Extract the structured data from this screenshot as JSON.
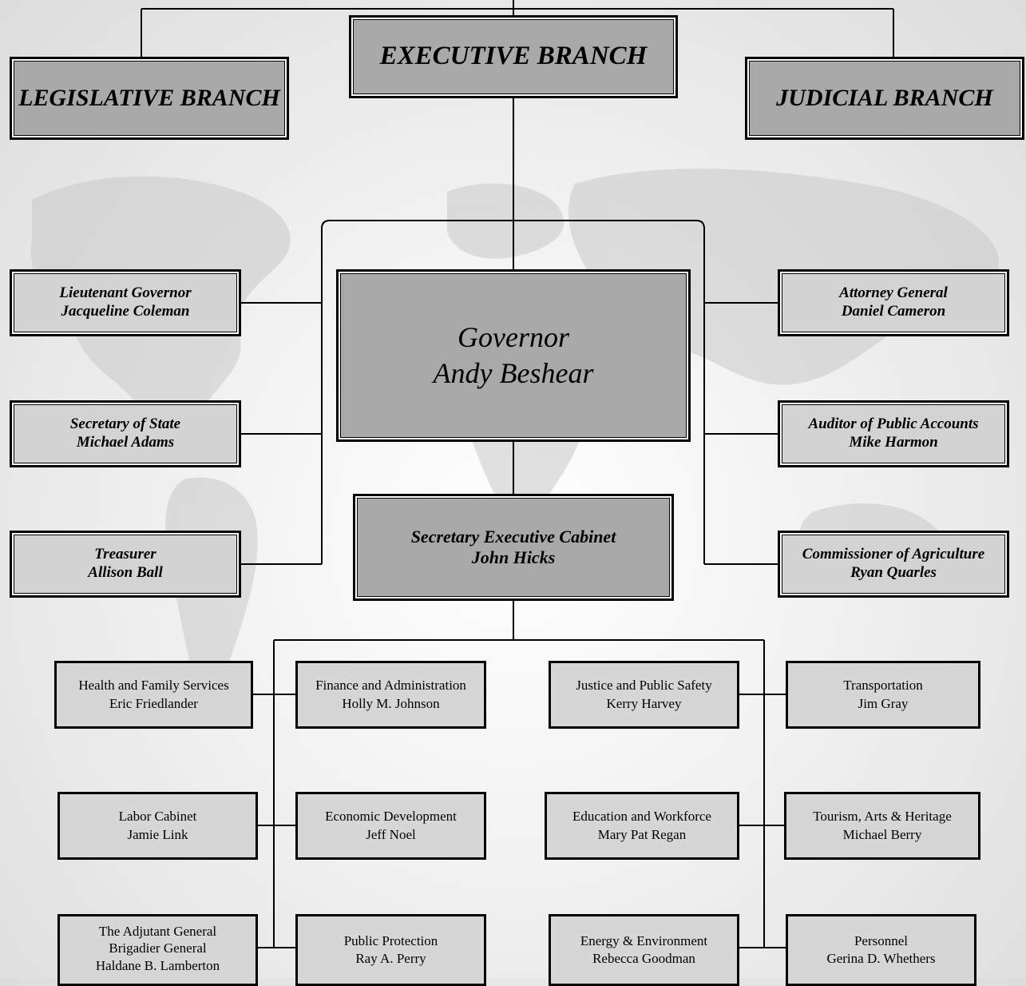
{
  "branches": {
    "legislative": "LEGISLATIVE BRANCH",
    "executive": "EXECUTIVE BRANCH",
    "judicial": "JUDICIAL BRANCH"
  },
  "governor": {
    "title": "Governor",
    "name": "Andy Beshear"
  },
  "secretary_cabinet": {
    "title": "Secretary Executive Cabinet",
    "name": "John Hicks"
  },
  "constitutional_officers": {
    "lt_governor": {
      "title": "Lieutenant Governor",
      "name": "Jacqueline Coleman"
    },
    "secretary_of_state": {
      "title": "Secretary of State",
      "name": "Michael Adams"
    },
    "treasurer": {
      "title": "Treasurer",
      "name": "Allison Ball"
    },
    "attorney_general": {
      "title": "Attorney General",
      "name": "Daniel Cameron"
    },
    "auditor": {
      "title": "Auditor of Public Accounts",
      "name": "Mike Harmon"
    },
    "agriculture": {
      "title": "Commissioner of Agriculture",
      "name": "Ryan Quarles"
    }
  },
  "cabinets": {
    "health": {
      "title": "Health and Family Services",
      "name": "Eric Friedlander"
    },
    "finance": {
      "title": "Finance and Administration",
      "name": "Holly M. Johnson"
    },
    "justice": {
      "title": "Justice and Public Safety",
      "name": "Kerry Harvey"
    },
    "transportation": {
      "title": "Transportation",
      "name": "Jim Gray"
    },
    "labor": {
      "title": "Labor Cabinet",
      "name": "Jamie Link"
    },
    "economic": {
      "title": "Economic Development",
      "name": "Jeff Noel"
    },
    "education": {
      "title": "Education and Workforce",
      "name": "Mary Pat Regan"
    },
    "tourism": {
      "title": "Tourism, Arts & Heritage",
      "name": "Michael Berry"
    },
    "adjutant": {
      "title": "The Adjutant General",
      "rank": "Brigadier General",
      "name": "Haldane B. Lamberton"
    },
    "protection": {
      "title": "Public Protection",
      "name": "Ray A. Perry"
    },
    "energy": {
      "title": "Energy & Environment",
      "name": "Rebecca Goodman"
    },
    "personnel": {
      "title": "Personnel",
      "name": "Gerina D. Whethers"
    }
  },
  "colors": {
    "branch_fill": "#a9a9a9",
    "officer_fill": "#d3d3d3",
    "cabinet_fill": "#d6d6d6",
    "line": "#000000"
  }
}
